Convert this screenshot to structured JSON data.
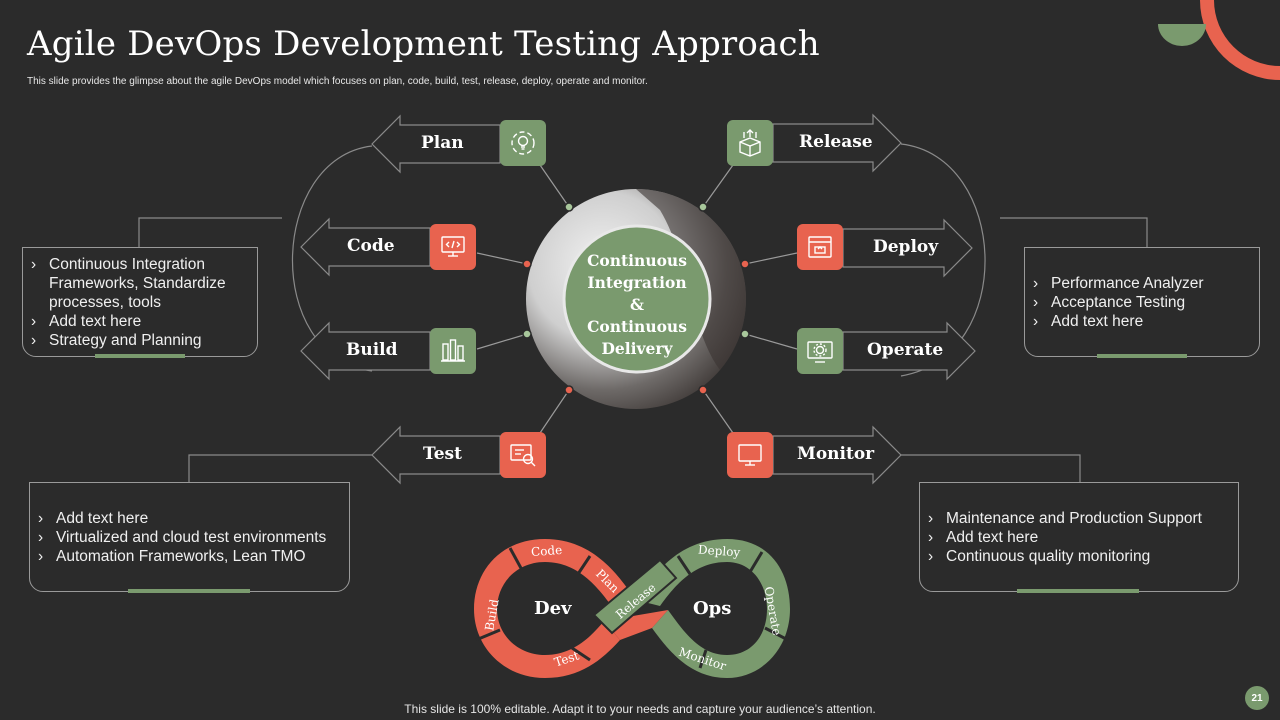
{
  "title": "Agile DevOps Development Testing Approach",
  "subtitle": "This slide provides the glimpse about the agile DevOps model which focuses on plan, code, build, test, release, deploy, operate and monitor.",
  "center": {
    "line1": "Continuous",
    "line2": "Integration",
    "line3": "&",
    "line4": "Continuous",
    "line5": "Delivery"
  },
  "stages": {
    "plan": "Plan",
    "code": "Code",
    "build": "Build",
    "test": "Test",
    "release": "Release",
    "deploy": "Deploy",
    "operate": "Operate",
    "monitor": "Monitor"
  },
  "boxes": {
    "left_top": [
      "Continuous Integration Frameworks, Standardize processes, tools",
      "Add text here",
      "Strategy and Planning"
    ],
    "right_top": [
      "Performance Analyzer",
      "Acceptance Testing",
      "Add text here"
    ],
    "left_bottom": [
      "Add text here",
      "Virtualized and cloud test environments",
      "Automation Frameworks, Lean TMO"
    ],
    "right_bottom": [
      "Maintenance and Production Support",
      "Add text here",
      "Continuous quality monitoring"
    ]
  },
  "infinity": {
    "dev": "Dev",
    "ops": "Ops",
    "code": "Code",
    "plan": "Plan",
    "build": "Build",
    "test": "Test",
    "release": "Release",
    "deploy": "Deploy",
    "operate": "Operate",
    "monitor": "Monitor"
  },
  "footer": "This slide is 100% editable. Adapt it to your needs and capture your audience’s attention.",
  "page_number": "21",
  "colors": {
    "background": "#2b2b2b",
    "green": "#7a9a6e",
    "coral": "#e8634f"
  },
  "icons": {
    "plan": "idea-cycle-icon",
    "code": "code-monitor-icon",
    "build": "build-blocks-icon",
    "test": "test-inspect-icon",
    "release": "release-box-icon",
    "deploy": "deploy-window-icon",
    "operate": "operate-gear-icon",
    "monitor": "monitor-icon"
  }
}
